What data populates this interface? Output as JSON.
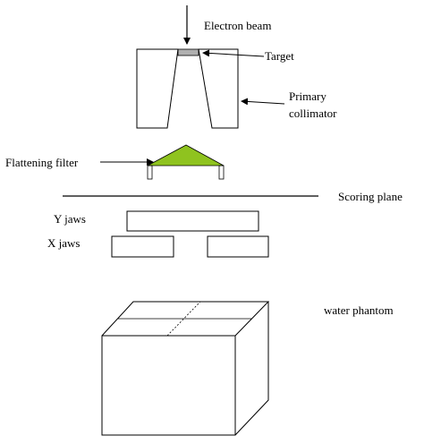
{
  "labels": {
    "electron_beam": "Electron beam",
    "target": "Target",
    "primary_collimator_line1": "Primary",
    "primary_collimator_line2": "collimator",
    "flattening_filter": "Flattening filter",
    "scoring_plane": "Scoring plane",
    "y_jaws": "Y jaws",
    "x_jaws": "X jaws",
    "water_phantom": "water phantom"
  },
  "colors": {
    "line": "#000000",
    "filter_fill": "#8fc31f",
    "target_fill": "#b0b0b0",
    "background": "#ffffff"
  }
}
